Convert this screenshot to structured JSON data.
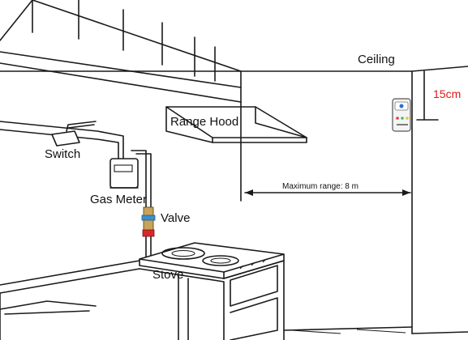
{
  "labels": {
    "ceiling": "Ceiling",
    "distance": "15cm",
    "range_hood": "Range Hood",
    "max_range": "Maximum range: 8 m",
    "switch": "Switch",
    "gas_meter": "Gas Meter",
    "valve": "Valve",
    "stove": "Stove"
  },
  "colors": {
    "line": "#1a1a1a",
    "distance_text": "#e01818",
    "valve_body": "#c8a35a",
    "valve_ring": "#3b8fd0",
    "valve_bottom": "#d9262b",
    "detector_led_red": "#e63b3b",
    "detector_led_blue": "#2a6fd1"
  }
}
